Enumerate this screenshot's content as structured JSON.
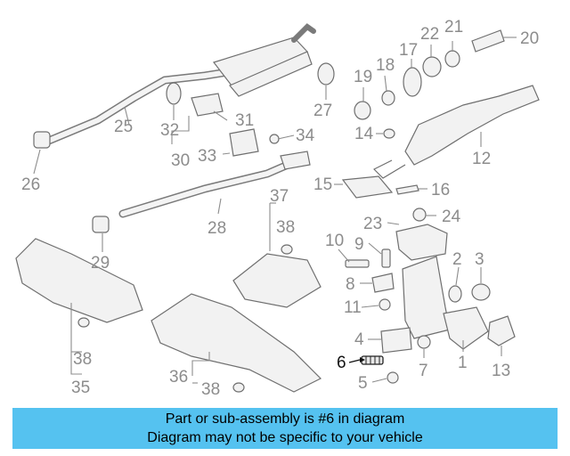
{
  "labels": {
    "p1": "1",
    "p2": "2",
    "p3": "3",
    "p4": "4",
    "p5": "5",
    "p6": "6",
    "p7": "7",
    "p8": "8",
    "p9": "9",
    "p10": "10",
    "p11": "11",
    "p12": "12",
    "p13": "13",
    "p14": "14",
    "p15": "15",
    "p16": "16",
    "p17": "17",
    "p18": "18",
    "p19": "19",
    "p20": "20",
    "p21": "21",
    "p22": "22",
    "p23": "23",
    "p24": "24",
    "p25": "25",
    "p26": "26",
    "p27": "27",
    "p28": "28",
    "p29": "29",
    "p30": "30",
    "p31": "31",
    "p32": "32",
    "p33": "33",
    "p34": "34",
    "p35": "35",
    "p36": "36",
    "p37": "37",
    "p38a": "38",
    "p38b": "38",
    "p38c": "38"
  },
  "highlighted_part": "6",
  "banner": {
    "line1": "Part or sub-assembly is #6 in diagram",
    "line2": "Diagram may not be specific to your vehicle"
  },
  "colors": {
    "banner_bg": "#55c2f0",
    "label_gray": "#8c8c8c",
    "highlight_label": "#111111"
  }
}
